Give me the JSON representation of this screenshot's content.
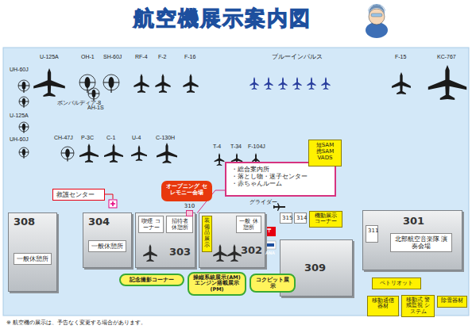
{
  "diagram": {
    "title": "航空機展示案内図",
    "nodes": [
      {
        "text": [
          "救護センター"
        ]
      },
      {
        "text": [
          "オープニング セレモニー会場"
        ]
      },
      {
        "text": [
          "・総合案内所",
          "・落とし物・迷子センター",
          "・赤ちゃんルーム"
        ]
      },
      {
        "text": [
          "短SAM",
          "携SAM",
          "VADS"
        ]
      },
      {
        "text": [
          "308",
          "一般休憩所"
        ]
      },
      {
        "text": [
          "304",
          "一般休憩所"
        ]
      },
      {
        "text": [
          "303"
        ]
      },
      {
        "text": [
          "喫煙 コーナー"
        ],
        "in": 6
      },
      {
        "text": [
          "招待者 休憩所"
        ],
        "in": 6
      },
      {
        "text": [
          "310"
        ]
      },
      {
        "text": [
          "302"
        ]
      },
      {
        "text": [
          "装備品展示"
        ],
        "in": 10
      },
      {
        "text": [
          "一般 休憩所"
        ],
        "in": 10
      },
      {
        "text": [
          "315"
        ]
      },
      {
        "text": [
          "314"
        ]
      },
      {
        "text": [
          "機動展示 コーナー"
        ]
      },
      {
        "text": [
          "301",
          "北部航空音楽隊 演奏会場"
        ]
      },
      {
        "text": [
          "311"
        ],
        "in": 16
      },
      {
        "text": [
          "309"
        ]
      },
      {
        "text": [
          "記念撮影コーナー"
        ]
      },
      {
        "text": [
          "操縦系統展示(AM)",
          "エンジン搭載展示(PM)"
        ]
      },
      {
        "text": [
          "コクピット展示"
        ]
      },
      {
        "text": [
          "ペトリオット"
        ]
      },
      {
        "text": [
          "移動通信 器材"
        ]
      },
      {
        "text": [
          "移動式 警戒監視 システム"
        ]
      },
      {
        "text": [
          "除雪器材"
        ]
      }
    ],
    "edges": [
      {
        "from": 2,
        "to": 9,
        "arrow": "none"
      }
    ],
    "labels": [
      "U-125A",
      "OH-1",
      "SH-60J",
      "RF-4",
      "F-2",
      "F-16",
      "ブルーインパルス",
      "F-15",
      "KC-767",
      "UH-60J",
      "ボンバルディア-8",
      "AH-1S",
      "U-125A",
      "UH-60J",
      "CH-47J",
      "P-3C",
      "C-1",
      "U-4",
      "C-130H",
      "T-4",
      "T-34",
      "F-104J",
      "グライダー",
      "〒",
      "ANA",
      "※ 航空機の展示は、予告なく変更する場合があります。"
    ]
  }
}
